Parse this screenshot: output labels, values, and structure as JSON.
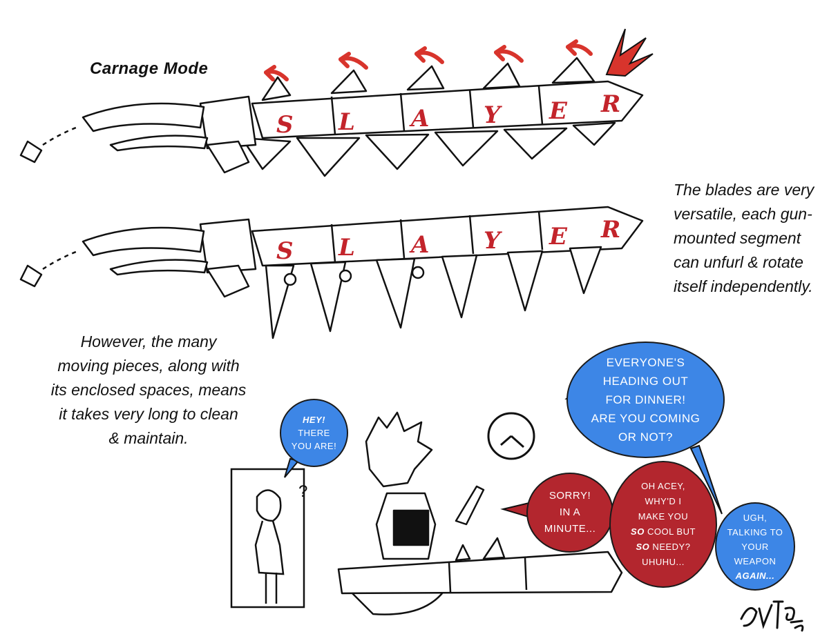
{
  "title": "Carnage Mode",
  "blade_letters": [
    "S",
    "L",
    "A",
    "Y",
    "E",
    "R"
  ],
  "notes": {
    "right": [
      "The blades are very",
      "versatile, each gun-",
      "mounted segment",
      "can unfurl & rotate",
      "itself independently."
    ],
    "left": [
      "However, the many",
      "moving pieces, along with",
      "its enclosed spaces, means",
      "it takes very long to clean",
      "& maintain."
    ]
  },
  "bubbles": {
    "hey": {
      "line1": "Hey!",
      "line2": "There",
      "line3": "you are!"
    },
    "everyone": [
      "Everyone's",
      "heading out",
      "for dinner!",
      "Are you coming",
      "or not?"
    ],
    "sorry": [
      "Sorry!",
      "In a",
      "minute..."
    ],
    "acey": {
      "l1": "Oh Acey,",
      "l2": "why'd I",
      "l3a": "make you",
      "l4a": "So",
      "l4b": " cool but",
      "l5a": "So",
      "l5b": " needy?",
      "l6": "Uhuhu..."
    },
    "ugh": {
      "l1": "Ugh,",
      "l2": "talking to",
      "l3": "your",
      "l4": "weapon",
      "l5": "again..."
    }
  },
  "question_mark": "?",
  "colors": {
    "accent_red": "#c3242b",
    "bubble_blue": "#3d86e6",
    "bubble_red": "#b3262e"
  }
}
